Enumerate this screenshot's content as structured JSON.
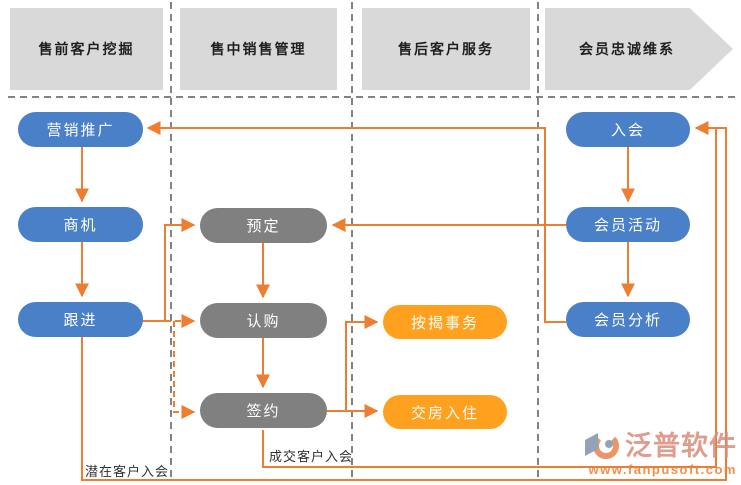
{
  "colors": {
    "pill_blue": "#4A80C8",
    "pill_gray": "#808080",
    "pill_orange": "#FFA11E",
    "arrow": "#ED7D31",
    "header_bg": "#D9D9D9",
    "separator": "#828282",
    "header_text": "#1F1F1F",
    "label_text": "#303030",
    "logo_text": "#D98D7C",
    "logo_url": "#ED7D31",
    "logo_shape": "#8093AC"
  },
  "headers": [
    {
      "label": "售前客户挖掘"
    },
    {
      "label": "售中销售管理"
    },
    {
      "label": "售后客户服务"
    },
    {
      "label": "会员忠诚维系"
    }
  ],
  "nodes": {
    "marketing": {
      "label": "营销推广",
      "type": "blue"
    },
    "opportunity": {
      "label": "商机",
      "type": "blue"
    },
    "followup": {
      "label": "跟进",
      "type": "blue"
    },
    "reservation": {
      "label": "预定",
      "type": "gray"
    },
    "subscription": {
      "label": "认购",
      "type": "gray"
    },
    "signing": {
      "label": "签约",
      "type": "gray"
    },
    "mortgage": {
      "label": "按揭事务",
      "type": "orange"
    },
    "movein": {
      "label": "交房入住",
      "type": "orange"
    },
    "join": {
      "label": "入会",
      "type": "blue"
    },
    "member_activity": {
      "label": "会员活动",
      "type": "blue"
    },
    "member_analysis": {
      "label": "会员分析",
      "type": "blue"
    }
  },
  "annotations": {
    "potential_join": "潜在客户入会",
    "deal_join": "成交客户入会"
  },
  "logo": {
    "name": "泛普软件",
    "url": "www.fanpusoft.com"
  }
}
